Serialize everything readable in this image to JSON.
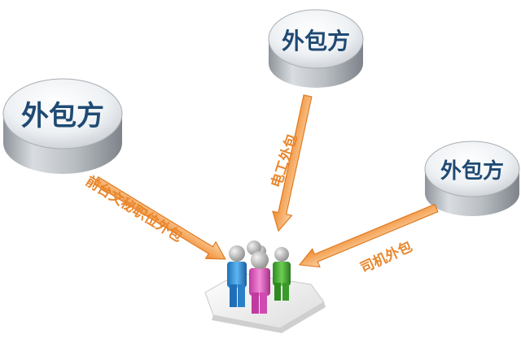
{
  "nodes": {
    "left": {
      "label": "外包方"
    },
    "top": {
      "label": "外包方"
    },
    "right": {
      "label": "外包方"
    }
  },
  "arrows": {
    "left": {
      "label": "前台文秘职位外包"
    },
    "top": {
      "label": "电工外包"
    },
    "right": {
      "label": "司机外包"
    }
  },
  "colors": {
    "arrow_fill": "#f3a055",
    "arrow_stroke": "#e07a22",
    "drum_text": "#1f4a73",
    "person_blue": "#3a9be0",
    "person_pink": "#e765c6",
    "person_green": "#4caf3c",
    "person_orange": "#f0a030",
    "head_gray": "#bdbdbd"
  }
}
